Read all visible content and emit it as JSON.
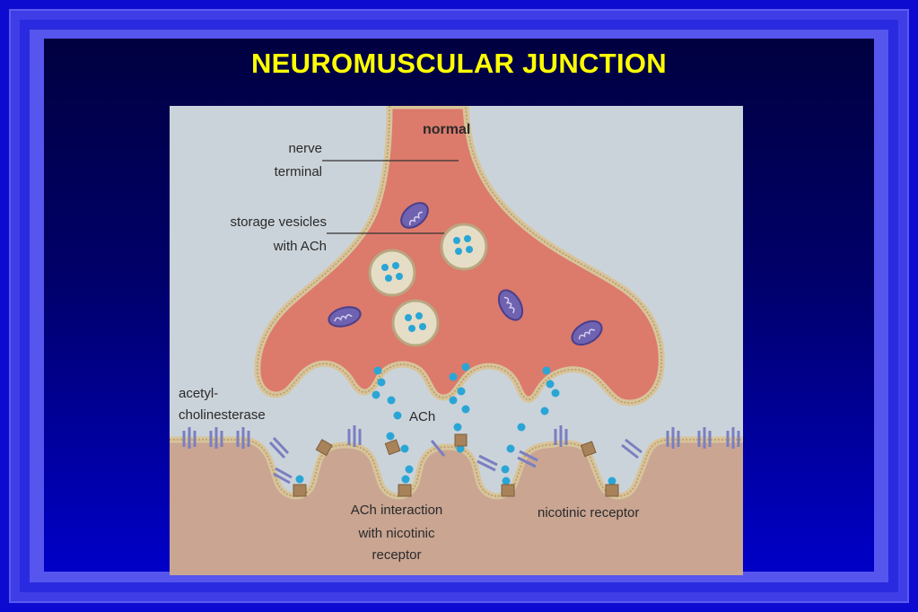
{
  "slide": {
    "title": "NEUROMUSCULAR JUNCTION"
  },
  "diagram": {
    "panel_label": "normal",
    "labels": {
      "nerve_terminal_1": "nerve",
      "nerve_terminal_2": "terminal",
      "storage_vesicles_1": "storage vesicles",
      "storage_vesicles_2": "with ACh",
      "acetylcholinesterase_1": "acetyl-",
      "acetylcholinesterase_2": "cholinesterase",
      "ach": "ACh",
      "ach_interaction_1": "ACh interaction",
      "ach_interaction_2": "with  nicotinic",
      "ach_interaction_3": "receptor",
      "nicotinic_receptor": "nicotinic receptor"
    },
    "colors": {
      "background": "#cbd3da",
      "nerve_terminal": "#dc7a6c",
      "muscle": "#c9a592",
      "membrane": "#d8c49a",
      "vesicle": "#e6ddc6",
      "ach_molecule": "#2aa6d6",
      "mitochondrion": "#6f62b0",
      "acetylcholinesterase": "#7a7fc0",
      "receptor": "#a88258"
    }
  }
}
